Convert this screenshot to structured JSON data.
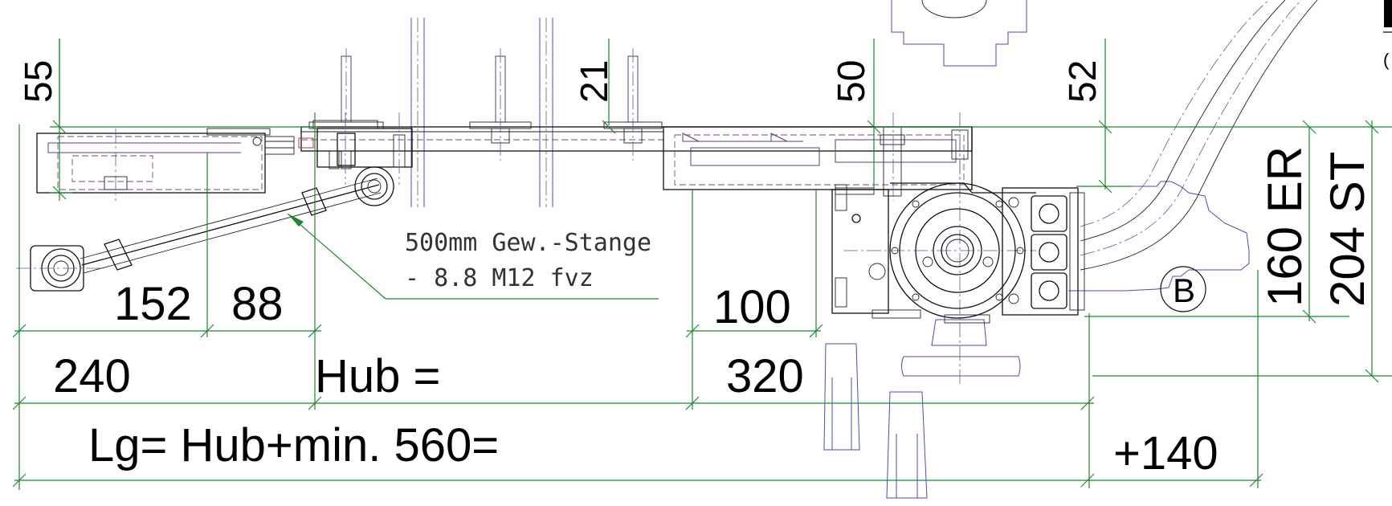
{
  "labels": {
    "d55": "55",
    "d21": "21",
    "d50": "50",
    "d52": "52",
    "d152": "152",
    "d88": "88",
    "d100": "100",
    "d240": "240",
    "hub": "Hub =",
    "d320": "320",
    "lg": "Lg= Hub+min. 560=",
    "plus140": "+140",
    "er": "160 ER",
    "st": "204 ST",
    "b": "B",
    "rod_line1": "500mm Gew.-Stange",
    "rod_line2": "- 8.8 M12 fvz"
  },
  "colors": {
    "dimension": "#1a8a2a",
    "outline": "#111111",
    "hidden": "#7a4a7a",
    "context": "#4848c8"
  }
}
